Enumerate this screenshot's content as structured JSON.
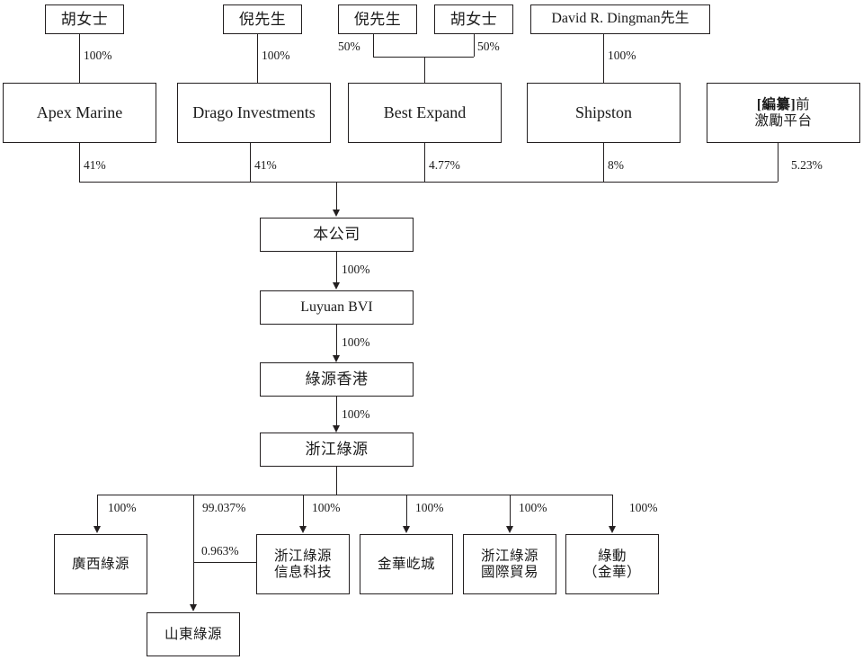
{
  "document": {
    "type": "shareholding-structure-chart",
    "title": "Corporate shareholding structure"
  },
  "nodes": {
    "shareholders": [
      {
        "id": "hu-1",
        "label": "胡女士"
      },
      {
        "id": "ni-1",
        "label": "倪先生"
      },
      {
        "id": "ni-2",
        "label": "倪先生"
      },
      {
        "id": "hu-2",
        "label": "胡女士"
      },
      {
        "id": "dingman",
        "label": "David R. Dingman先生"
      }
    ],
    "holdcos": [
      {
        "id": "apex",
        "label": "Apex Marine"
      },
      {
        "id": "drago",
        "label": "Drago Investments"
      },
      {
        "id": "best",
        "label": "Best Expand"
      },
      {
        "id": "shipston",
        "label": "Shipston"
      },
      {
        "id": "esop",
        "label_bracket": "[編纂]",
        "label_rest": "前\n激勵平台"
      }
    ],
    "chain": [
      {
        "id": "company",
        "label": "本公司"
      },
      {
        "id": "bvi",
        "label": "Luyuan BVI"
      },
      {
        "id": "hk",
        "label": "綠源香港"
      },
      {
        "id": "zhejiang",
        "label": "浙江綠源"
      }
    ],
    "subsidiaries": [
      {
        "id": "guangxi",
        "label": "廣西綠源"
      },
      {
        "id": "shandong",
        "label": "山東綠源"
      },
      {
        "id": "infotech",
        "label": "浙江綠源\n信息科技"
      },
      {
        "id": "jinhua",
        "label": "金華屹城"
      },
      {
        "id": "trade",
        "label": "浙江綠源\n國際貿易"
      },
      {
        "id": "ludong",
        "label": "綠動\n（金華）"
      }
    ]
  },
  "edges": {
    "hu1_apex": "100%",
    "ni1_drago": "100%",
    "ni2_best": "50%",
    "hu2_best": "50%",
    "dingman_shipston": "100%",
    "apex_company": "41%",
    "drago_company": "41%",
    "best_company": "4.77%",
    "shipston_company": "8%",
    "esop_company": "5.23%",
    "company_bvi": "100%",
    "bvi_hk": "100%",
    "hk_zhejiang": "100%",
    "zhejiang_guangxi": "100%",
    "zhejiang_shandong": "99.037%",
    "infotech_shandong": "0.963%",
    "zhejiang_infotech": "100%",
    "zhejiang_jinhua": "100%",
    "zhejiang_trade": "100%",
    "zhejiang_ludong": "100%"
  },
  "colors": {
    "line": "#231f20",
    "text": "#1a1a1a",
    "background": "#ffffff"
  }
}
